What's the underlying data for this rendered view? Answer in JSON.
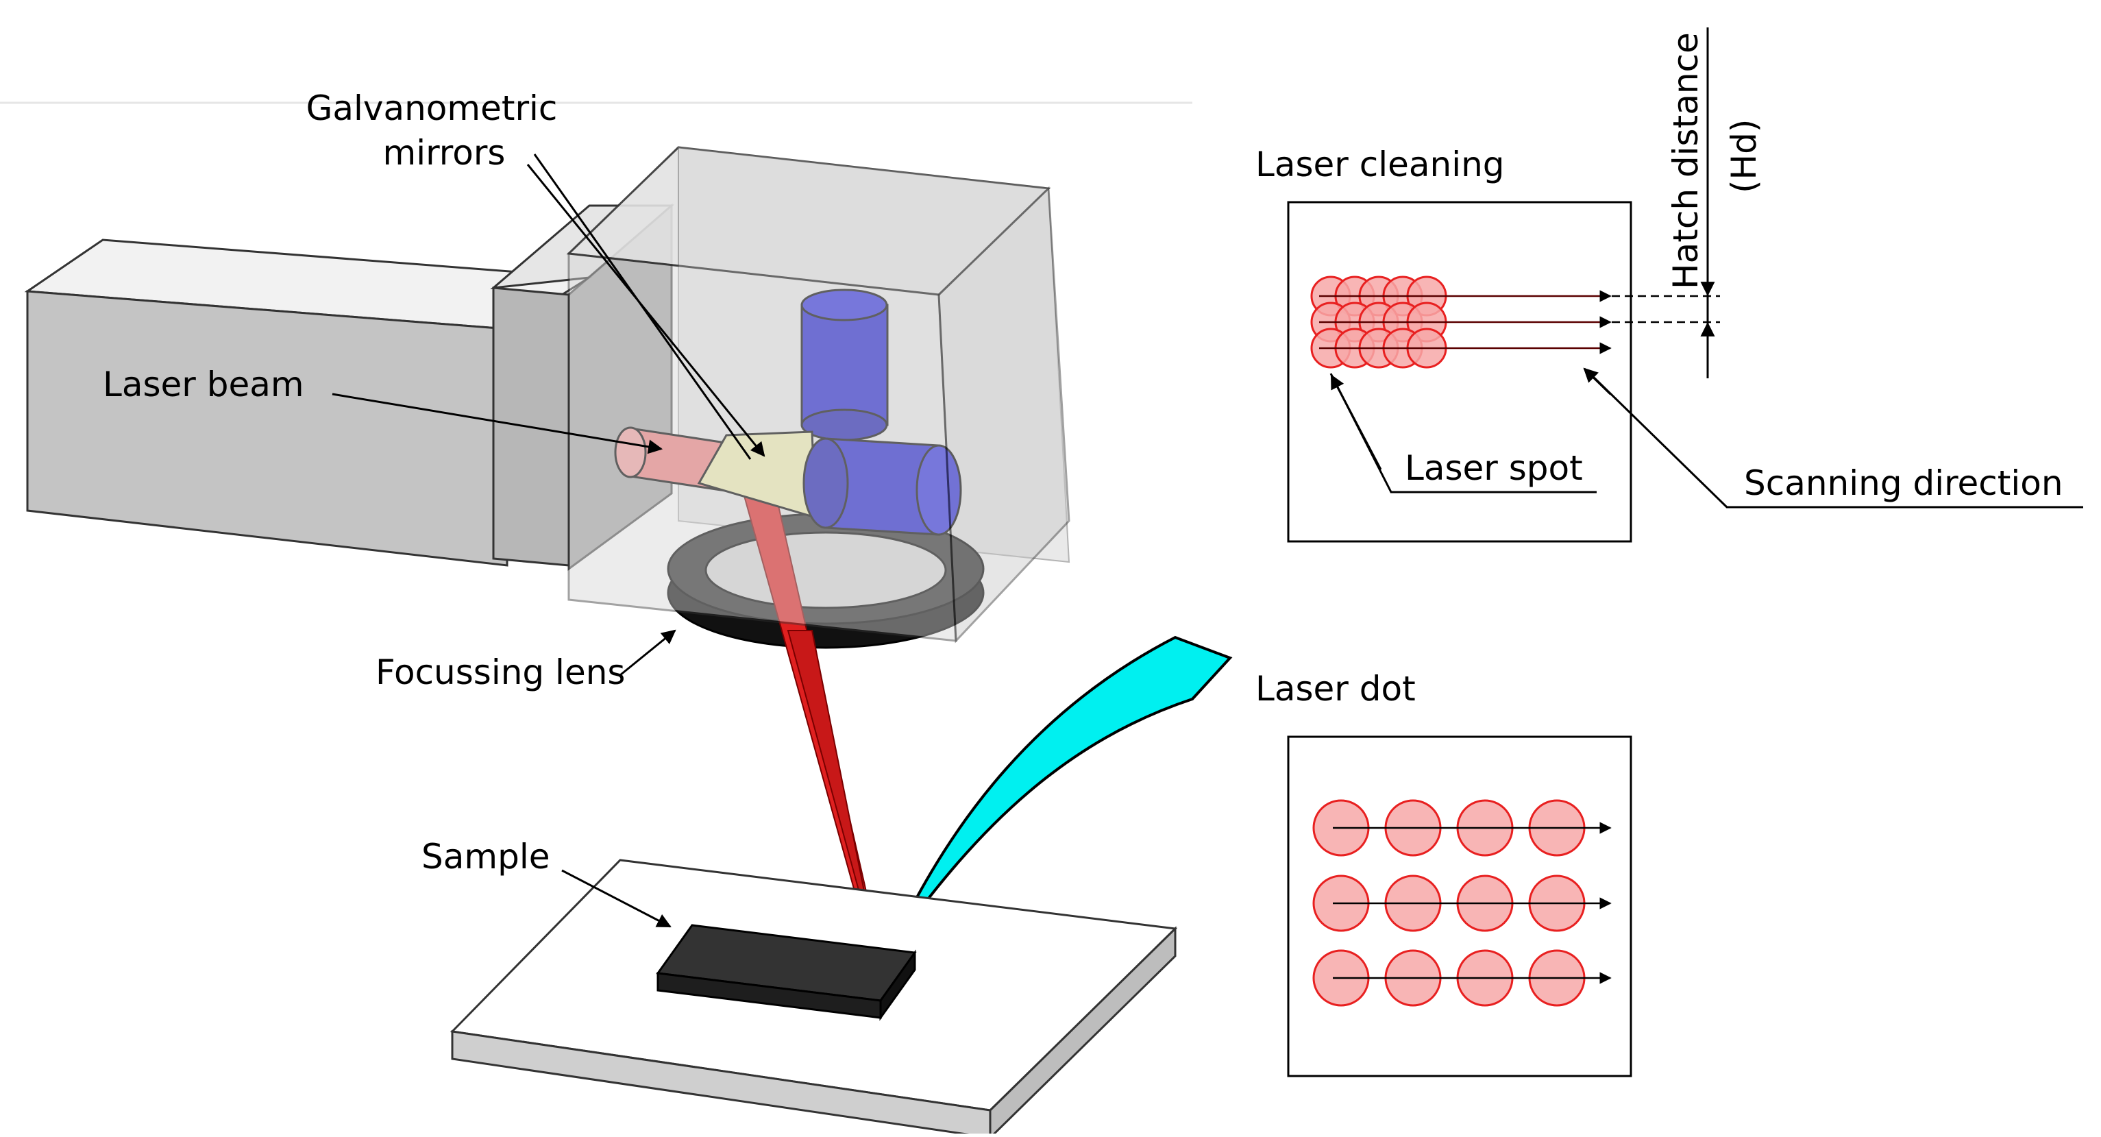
{
  "labels": {
    "galvanometric_line1": "Galvanometric",
    "galvanometric_line2": "mirrors",
    "laser_beam": "Laser beam",
    "focussing_lens": "Focussing lens",
    "sample": "Sample",
    "laser_cleaning": "Laser cleaning",
    "laser_spot": "Laser spot",
    "scanning_direction": "Scanning direction",
    "hatch_distance_line1": "Hatch distance",
    "hatch_distance_line2": "(Hd)",
    "laser_dot": "Laser dot"
  },
  "colors": {
    "housing": "#c8c8c8",
    "housing_front": "#b0b0b0",
    "laser_red": "#e02020",
    "beam_pink": "#f08080",
    "motor_blue": "#1a1ad0",
    "mirror_yellow": "#f0eeb0",
    "lens_black": "#1a1a1a",
    "sensor_cyan": "#00f0f0",
    "spot_fill": "#f7a8a8",
    "spot_stroke": "#e82020"
  },
  "icons": {
    "cleaning_pattern": "overlapping-laser-spots",
    "dot_pattern": "separated-laser-dots"
  }
}
